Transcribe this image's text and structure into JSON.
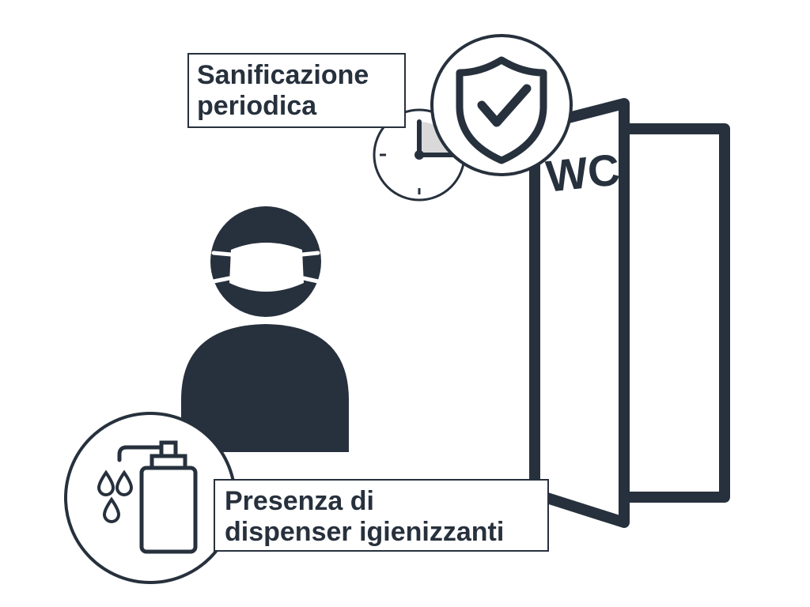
{
  "door": {
    "sign": "WC"
  },
  "labels": {
    "sanitization": {
      "line1": "Sanificazione",
      "line2": "periodica"
    },
    "dispenser": {
      "line1": "Presenza di",
      "line2": "dispenser igienizzanti"
    }
  },
  "icons": [
    "shield-check-icon",
    "clock-icon",
    "masked-person-icon",
    "sanitizer-dispenser-icon",
    "door-icon"
  ],
  "colors": {
    "ink": "#27313d",
    "background": "#ffffff",
    "clock_sector": "#d9d9d9"
  }
}
